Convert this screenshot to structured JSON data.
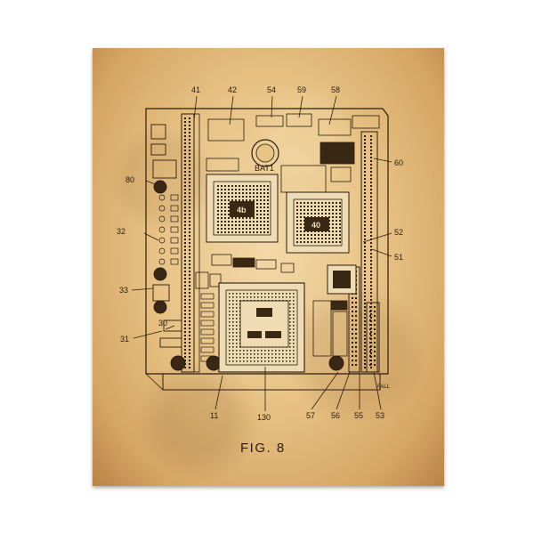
{
  "figure": {
    "caption": "FIG. 8",
    "chip_labels": [
      "4b",
      "40"
    ],
    "battery_label": "BAT1",
    "corner_label": "FALL"
  },
  "reference_numerals": {
    "top": [
      "41",
      "42",
      "54",
      "59",
      "58"
    ],
    "left": [
      "80",
      "32",
      "33",
      "30",
      "31"
    ],
    "right": [
      "60",
      "52",
      "51"
    ],
    "bottom": [
      "11",
      "130",
      "57",
      "56",
      "55",
      "53"
    ]
  },
  "colors": {
    "paper": "#e8c386",
    "paper_edge": "#b98347",
    "ink": "#2a1d10"
  }
}
